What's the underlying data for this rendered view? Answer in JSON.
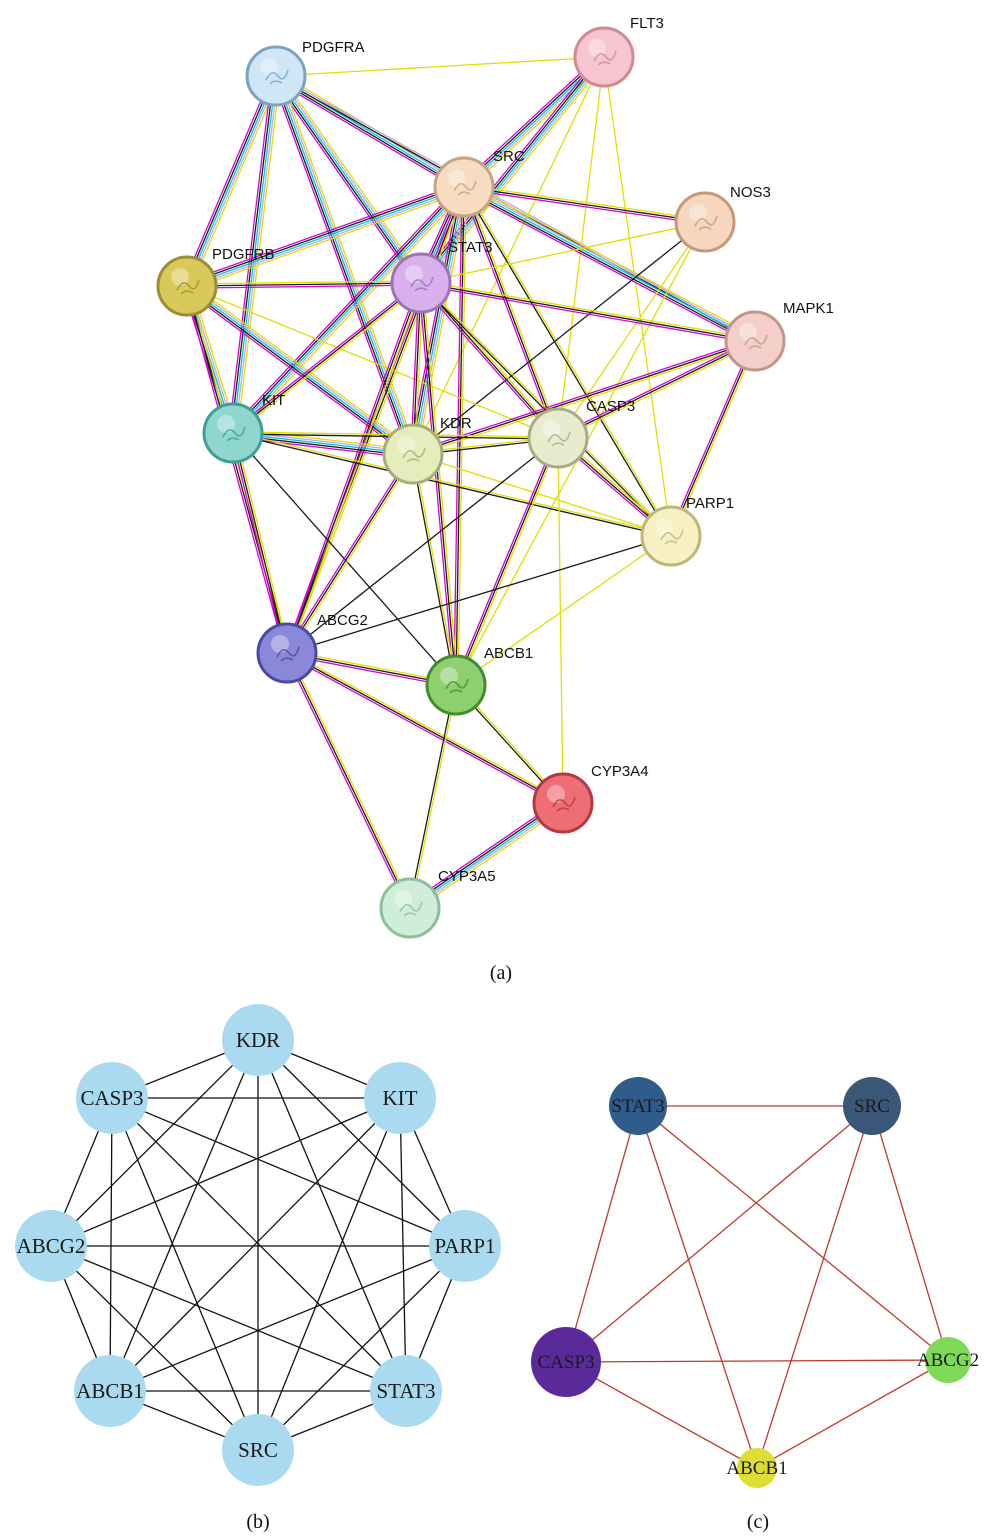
{
  "panel_a": {
    "caption": "(a)",
    "nodes": [
      {
        "id": "PDGFRA",
        "label": "PDGFRA",
        "color": "#cfe6f6",
        "border": "#7ea3c2"
      },
      {
        "id": "FLT3",
        "label": "FLT3",
        "color": "#f7c5cf",
        "border": "#cf8a96"
      },
      {
        "id": "SRC",
        "label": "SRC",
        "color": "#f6dcc0",
        "border": "#c9a380"
      },
      {
        "id": "NOS3",
        "label": "NOS3",
        "color": "#f6d6bc",
        "border": "#c49a7b"
      },
      {
        "id": "PDGFRB",
        "label": "PDGFRB",
        "color": "#d9c95a",
        "border": "#9b8e33"
      },
      {
        "id": "STAT3",
        "label": "STAT3",
        "color": "#d8b1ec",
        "border": "#9d73b7"
      },
      {
        "id": "MAPK1",
        "label": "MAPK1",
        "color": "#f4cfc9",
        "border": "#c4948d"
      },
      {
        "id": "KIT",
        "label": "KIT",
        "color": "#8fd6cf",
        "border": "#3f9f97"
      },
      {
        "id": "KDR",
        "label": "KDR",
        "color": "#e6ecbd",
        "border": "#a7ad73"
      },
      {
        "id": "CASP3",
        "label": "CASP3",
        "color": "#e9ebcf",
        "border": "#a9ab86"
      },
      {
        "id": "PARP1",
        "label": "PARP1",
        "color": "#f6f0c2",
        "border": "#c0b67a"
      },
      {
        "id": "ABCG2",
        "label": "ABCG2",
        "color": "#8a88d8",
        "border": "#4a4aa0"
      },
      {
        "id": "ABCB1",
        "label": "ABCB1",
        "color": "#8ed070",
        "border": "#3f8e2b"
      },
      {
        "id": "CYP3A4",
        "label": "CYP3A4",
        "color": "#ef6d74",
        "border": "#b23842"
      },
      {
        "id": "CYP3A5",
        "label": "CYP3A5",
        "color": "#cfeed7",
        "border": "#8ebf9b"
      }
    ],
    "edges": [
      {
        "s": "PDGFRA",
        "t": "FLT3",
        "colors": [
          "#e2dd00"
        ]
      },
      {
        "s": "PDGFRA",
        "t": "SRC",
        "colors": [
          "#e2dd00",
          "#bba8f0",
          "#00c4d8",
          "#1a1a1a",
          "#d600d6"
        ]
      },
      {
        "s": "PDGFRA",
        "t": "PDGFRB",
        "colors": [
          "#e2dd00",
          "#bba8f0",
          "#00c4d8",
          "#1a1a1a",
          "#d600d6"
        ]
      },
      {
        "s": "PDGFRA",
        "t": "STAT3",
        "colors": [
          "#e2dd00",
          "#bba8f0",
          "#00c4d8",
          "#1a1a1a",
          "#d600d6"
        ]
      },
      {
        "s": "PDGFRA",
        "t": "KIT",
        "colors": [
          "#e2dd00",
          "#bba8f0",
          "#00c4d8",
          "#1a1a1a",
          "#d600d6"
        ]
      },
      {
        "s": "PDGFRA",
        "t": "KDR",
        "colors": [
          "#e2dd00",
          "#bba8f0",
          "#00c4d8",
          "#1a1a1a",
          "#d600d6"
        ]
      },
      {
        "s": "PDGFRA",
        "t": "MAPK1",
        "colors": [
          "#bba8f0",
          "#1a1a1a"
        ]
      },
      {
        "s": "FLT3",
        "t": "SRC",
        "colors": [
          "#e2dd00",
          "#bba8f0",
          "#00c4d8",
          "#1a1a1a",
          "#d600d6"
        ]
      },
      {
        "s": "FLT3",
        "t": "STAT3",
        "colors": [
          "#e2dd00",
          "#bba8f0",
          "#00c4d8",
          "#1a1a1a",
          "#d600d6"
        ]
      },
      {
        "s": "FLT3",
        "t": "CASP3",
        "colors": [
          "#e2dd00"
        ]
      },
      {
        "s": "FLT3",
        "t": "PARP1",
        "colors": [
          "#e2dd00"
        ]
      },
      {
        "s": "FLT3",
        "t": "KDR",
        "colors": [
          "#e2dd00"
        ]
      },
      {
        "s": "SRC",
        "t": "NOS3",
        "colors": [
          "#e2dd00",
          "#1a1a1a",
          "#d600d6"
        ]
      },
      {
        "s": "SRC",
        "t": "PDGFRB",
        "colors": [
          "#e2dd00",
          "#bba8f0",
          "#00c4d8",
          "#1a1a1a",
          "#d600d6"
        ]
      },
      {
        "s": "SRC",
        "t": "STAT3",
        "colors": [
          "#e2dd00",
          "#bba8f0",
          "#00c4d8",
          "#1a1a1a",
          "#d600d6"
        ]
      },
      {
        "s": "SRC",
        "t": "MAPK1",
        "colors": [
          "#e2dd00",
          "#bba8f0",
          "#00c4d8",
          "#1a1a1a",
          "#d600d6"
        ]
      },
      {
        "s": "SRC",
        "t": "KIT",
        "colors": [
          "#e2dd00",
          "#bba8f0",
          "#00c4d8",
          "#1a1a1a",
          "#d600d6"
        ]
      },
      {
        "s": "SRC",
        "t": "KDR",
        "colors": [
          "#e2dd00",
          "#bba8f0",
          "#00c4d8",
          "#1a1a1a",
          "#d600d6"
        ]
      },
      {
        "s": "SRC",
        "t": "CASP3",
        "colors": [
          "#e2dd00",
          "#1a1a1a",
          "#d600d6"
        ]
      },
      {
        "s": "SRC",
        "t": "PARP1",
        "colors": [
          "#e2dd00",
          "#1a1a1a"
        ]
      },
      {
        "s": "SRC",
        "t": "ABCG2",
        "colors": [
          "#e2dd00",
          "#1a1a1a",
          "#d600d6"
        ]
      },
      {
        "s": "SRC",
        "t": "ABCB1",
        "colors": [
          "#e2dd00",
          "#1a1a1a",
          "#d600d6"
        ]
      },
      {
        "s": "NOS3",
        "t": "STAT3",
        "colors": [
          "#e2dd00"
        ]
      },
      {
        "s": "NOS3",
        "t": "KDR",
        "colors": [
          "#1a1a1a"
        ]
      },
      {
        "s": "NOS3",
        "t": "CASP3",
        "colors": [
          "#e2dd00"
        ]
      },
      {
        "s": "NOS3",
        "t": "ABCB1",
        "colors": [
          "#e2dd00"
        ]
      },
      {
        "s": "PDGFRB",
        "t": "STAT3",
        "colors": [
          "#e2dd00",
          "#1a1a1a",
          "#d600d6"
        ]
      },
      {
        "s": "PDGFRB",
        "t": "KIT",
        "colors": [
          "#e2dd00",
          "#bba8f0",
          "#00c4d8",
          "#1a1a1a",
          "#d600d6"
        ]
      },
      {
        "s": "PDGFRB",
        "t": "KDR",
        "colors": [
          "#e2dd00",
          "#bba8f0",
          "#00c4d8",
          "#1a1a1a",
          "#d600d6"
        ]
      },
      {
        "s": "PDGFRB",
        "t": "CASP3",
        "colors": [
          "#e2dd00"
        ]
      },
      {
        "s": "PDGFRB",
        "t": "ABCG2",
        "colors": [
          "#e2dd00",
          "#1a1a1a",
          "#d600d6"
        ]
      },
      {
        "s": "STAT3",
        "t": "MAPK1",
        "colors": [
          "#e2dd00",
          "#1a1a1a",
          "#d600d6"
        ]
      },
      {
        "s": "STAT3",
        "t": "KIT",
        "colors": [
          "#e2dd00",
          "#1a1a1a",
          "#d600d6"
        ]
      },
      {
        "s": "STAT3",
        "t": "KDR",
        "colors": [
          "#e2dd00",
          "#1a1a1a",
          "#d600d6"
        ]
      },
      {
        "s": "STAT3",
        "t": "CASP3",
        "colors": [
          "#e2dd00",
          "#1a1a1a",
          "#d600d6"
        ]
      },
      {
        "s": "STAT3",
        "t": "PARP1",
        "colors": [
          "#e2dd00",
          "#1a1a1a"
        ]
      },
      {
        "s": "STAT3",
        "t": "ABCG2",
        "colors": [
          "#e2dd00",
          "#1a1a1a",
          "#d600d6"
        ]
      },
      {
        "s": "STAT3",
        "t": "ABCB1",
        "colors": [
          "#e2dd00",
          "#1a1a1a",
          "#d600d6"
        ]
      },
      {
        "s": "MAPK1",
        "t": "KDR",
        "colors": [
          "#e2dd00",
          "#1a1a1a",
          "#d600d6"
        ]
      },
      {
        "s": "MAPK1",
        "t": "CASP3",
        "colors": [
          "#e2dd00",
          "#1a1a1a",
          "#d600d6"
        ]
      },
      {
        "s": "MAPK1",
        "t": "PARP1",
        "colors": [
          "#e2dd00",
          "#1a1a1a",
          "#d600d6"
        ]
      },
      {
        "s": "KIT",
        "t": "KDR",
        "colors": [
          "#e2dd00",
          "#bba8f0",
          "#00c4d8",
          "#1a1a1a",
          "#d600d6"
        ]
      },
      {
        "s": "KIT",
        "t": "CASP3",
        "colors": [
          "#e2dd00",
          "#1a1a1a"
        ]
      },
      {
        "s": "KIT",
        "t": "PARP1",
        "colors": [
          "#e2dd00",
          "#1a1a1a"
        ]
      },
      {
        "s": "KIT",
        "t": "ABCG2",
        "colors": [
          "#e2dd00",
          "#1a1a1a",
          "#d600d6"
        ]
      },
      {
        "s": "KIT",
        "t": "ABCB1",
        "colors": [
          "#1a1a1a"
        ]
      },
      {
        "s": "KDR",
        "t": "CASP3",
        "colors": [
          "#e2dd00",
          "#1a1a1a"
        ]
      },
      {
        "s": "KDR",
        "t": "PARP1",
        "colors": [
          "#e2dd00"
        ]
      },
      {
        "s": "KDR",
        "t": "ABCG2",
        "colors": [
          "#e2dd00",
          "#1a1a1a",
          "#d600d6"
        ]
      },
      {
        "s": "KDR",
        "t": "ABCB1",
        "colors": [
          "#e2dd00",
          "#1a1a1a"
        ]
      },
      {
        "s": "CASP3",
        "t": "PARP1",
        "colors": [
          "#e2dd00",
          "#1a1a1a",
          "#d600d6"
        ]
      },
      {
        "s": "CASP3",
        "t": "ABCG2",
        "colors": [
          "#1a1a1a"
        ]
      },
      {
        "s": "CASP3",
        "t": "ABCB1",
        "colors": [
          "#e2dd00",
          "#1a1a1a",
          "#d600d6"
        ]
      },
      {
        "s": "CASP3",
        "t": "CYP3A4",
        "colors": [
          "#e2dd00"
        ]
      },
      {
        "s": "PARP1",
        "t": "ABCG2",
        "colors": [
          "#1a1a1a"
        ]
      },
      {
        "s": "PARP1",
        "t": "ABCB1",
        "colors": [
          "#e2dd00"
        ]
      },
      {
        "s": "ABCG2",
        "t": "ABCB1",
        "colors": [
          "#e2dd00",
          "#1a1a1a",
          "#d600d6"
        ]
      },
      {
        "s": "ABCG2",
        "t": "CYP3A4",
        "colors": [
          "#e2dd00",
          "#1a1a1a",
          "#d600d6"
        ]
      },
      {
        "s": "ABCG2",
        "t": "CYP3A5",
        "colors": [
          "#e2dd00",
          "#1a1a1a",
          "#d600d6"
        ]
      },
      {
        "s": "ABCB1",
        "t": "CYP3A4",
        "colors": [
          "#e2dd00",
          "#1a1a1a"
        ]
      },
      {
        "s": "ABCB1",
        "t": "CYP3A5",
        "colors": [
          "#e2dd00",
          "#1a1a1a"
        ]
      },
      {
        "s": "CYP3A4",
        "t": "CYP3A5",
        "colors": [
          "#e2dd00",
          "#bba8f0",
          "#00c4d8",
          "#1a1a1a",
          "#d600d6"
        ]
      }
    ]
  },
  "panel_b": {
    "caption": "(b)",
    "node_color": "#aadaf0",
    "edge_color": "#111111",
    "nodes": [
      "KDR",
      "KIT",
      "PARP1",
      "STAT3",
      "SRC",
      "ABCB1",
      "ABCG2",
      "CASP3"
    ]
  },
  "panel_c": {
    "caption": "(c)",
    "edge_color": "#c0392b",
    "nodes": [
      {
        "id": "STAT3",
        "label": "STAT3",
        "color": "#2f5c8a"
      },
      {
        "id": "SRC",
        "label": "SRC",
        "color": "#3b5778"
      },
      {
        "id": "CASP3",
        "label": "CASP3",
        "color": "#5a2a9a"
      },
      {
        "id": "ABCG2",
        "label": "ABCG2",
        "color": "#7ed957"
      },
      {
        "id": "ABCB1",
        "label": "ABCB1",
        "color": "#dedd33"
      }
    ],
    "edges": [
      [
        "STAT3",
        "SRC"
      ],
      [
        "STAT3",
        "CASP3"
      ],
      [
        "STAT3",
        "ABCG2"
      ],
      [
        "STAT3",
        "ABCB1"
      ],
      [
        "SRC",
        "CASP3"
      ],
      [
        "SRC",
        "ABCG2"
      ],
      [
        "SRC",
        "ABCB1"
      ],
      [
        "CASP3",
        "ABCG2"
      ],
      [
        "CASP3",
        "ABCB1"
      ],
      [
        "ABCG2",
        "ABCB1"
      ]
    ]
  }
}
